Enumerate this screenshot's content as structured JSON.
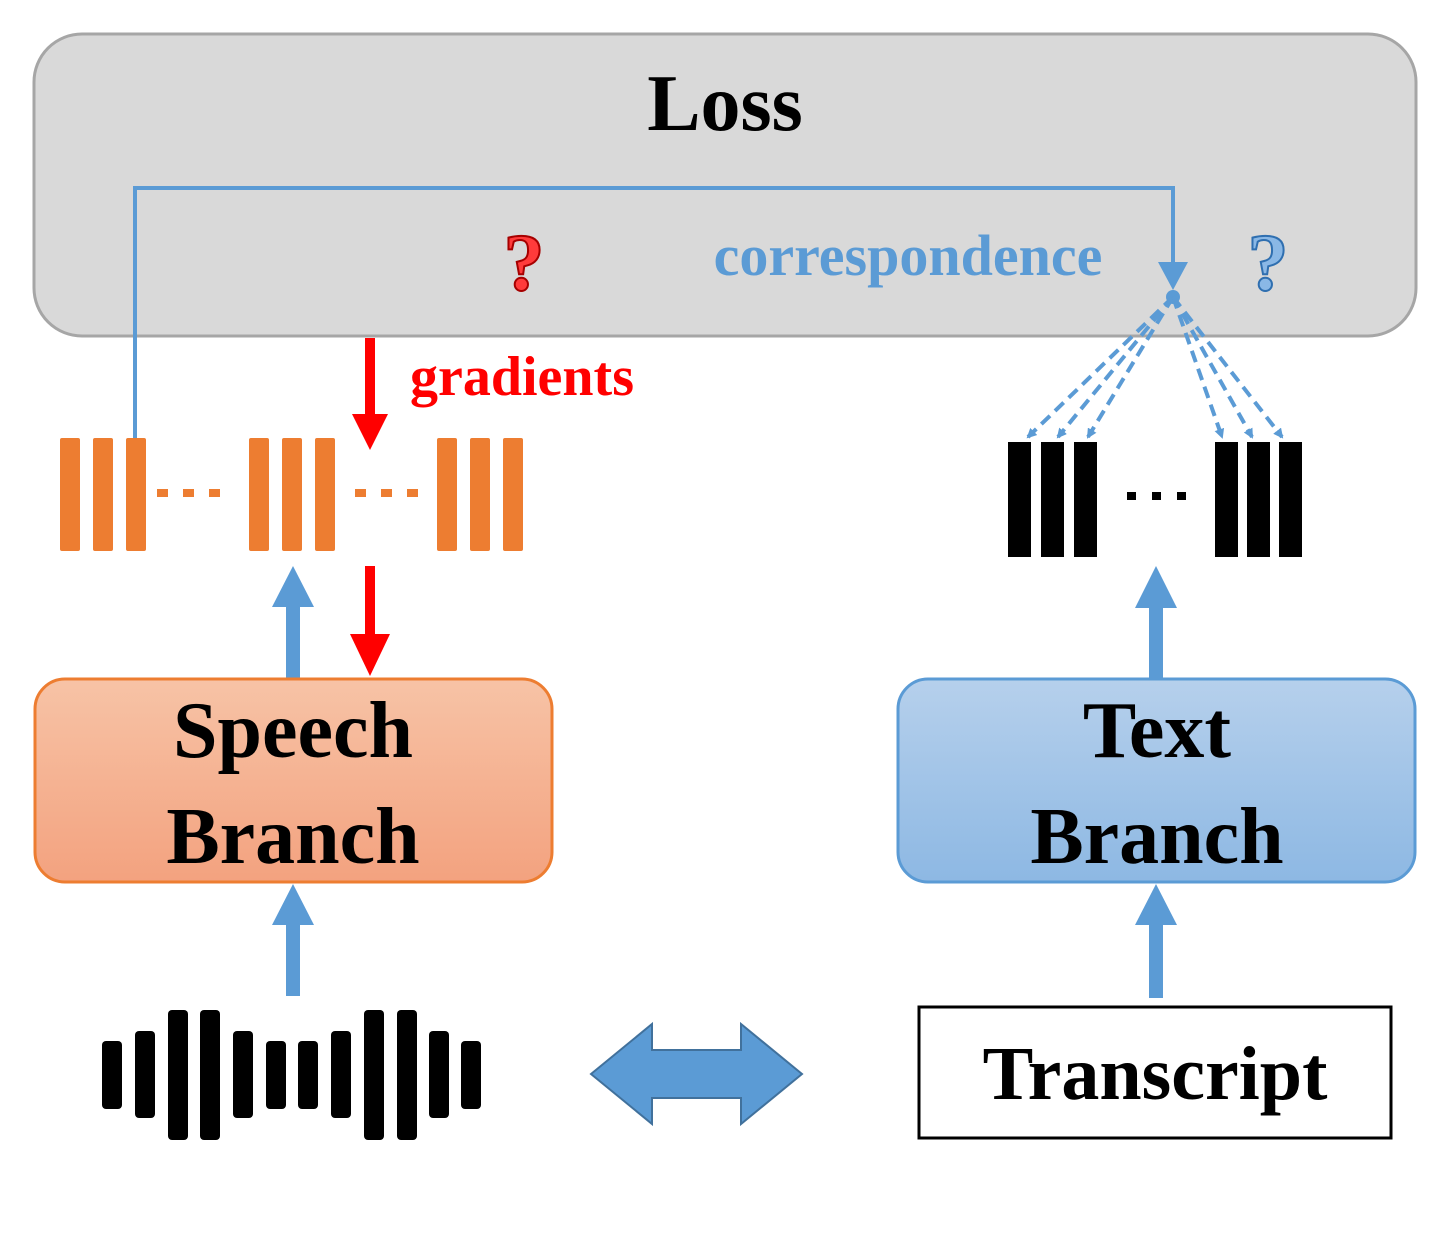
{
  "loss_box": {
    "label": "Loss"
  },
  "correspondence": {
    "label": "correspondence"
  },
  "gradients": {
    "label": "gradients"
  },
  "question_marks": {
    "left": "?",
    "right": "?"
  },
  "speech_branch": {
    "line1": "Speech",
    "line2": "Branch"
  },
  "text_branch": {
    "line1": "Text",
    "line2": "Branch"
  },
  "transcript": {
    "label": "Transcript"
  },
  "colors": {
    "loss_fill": "#d9d9d9",
    "loss_stroke": "#a6a6a6",
    "blue": "#5b9bd5",
    "red": "#ff0000",
    "orange": "#ed7d31",
    "speech_fill": "#f4b183",
    "text_fill": "#9dc3e6",
    "black": "#000000"
  }
}
